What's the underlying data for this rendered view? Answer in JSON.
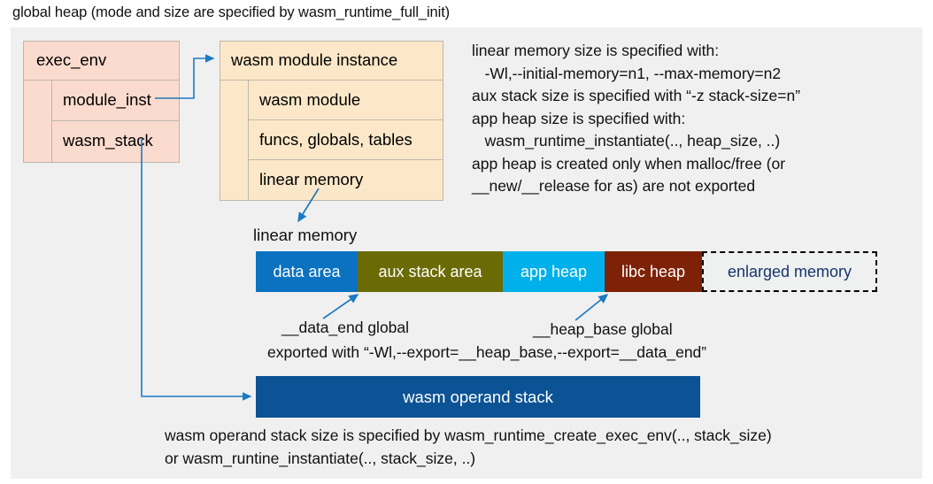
{
  "title": "global heap (mode and size are specified by wasm_runtime_full_init)",
  "colors": {
    "canvas_bg": "#f0f0f0",
    "exec_env_fill": "#fbdbcd",
    "module_inst_fill": "#fce8c8",
    "box_border": "#bdb7ab",
    "connector": "#1b7ac2",
    "data_area": "#0a72c0",
    "aux_stack_area": "#6b6b06",
    "app_heap": "#00b0ea",
    "libc_heap": "#7d2206",
    "enlarged_memory_border": "#000000",
    "enlarged_memory_text": "#16356b",
    "operand_stack": "#0b5394"
  },
  "exec_env": {
    "header": "exec_env",
    "fields": [
      "module_inst",
      "wasm_stack"
    ]
  },
  "module_instance": {
    "header": "wasm module instance",
    "fields": [
      "wasm module",
      "funcs, globals, tables",
      "linear memory"
    ]
  },
  "notes": {
    "lines": [
      "linear memory size is specified with:",
      "   -Wl,--initial-memory=n1, --max-memory=n2",
      "aux stack size is specified with “-z stack-size=n”",
      "app heap size is specified with:",
      "   wasm_runtime_instantiate(.., heap_size, ..)",
      "app heap is created only when malloc/free (or",
      "__new/__release for as) are not exported"
    ],
    "text": "linear memory size is specified with:\n   -Wl,--initial-memory=n1, --max-memory=n2\naux stack size is specified with “-z stack-size=n”\napp heap size is specified with:\n   wasm_runtime_instantiate(.., heap_size, ..)\napp heap is created only when malloc/free (or\n__new/__release for as) are not exported"
  },
  "linear_memory": {
    "label": "linear memory",
    "segments": [
      {
        "label": "data area",
        "width": 115,
        "color": "#0a72c0",
        "dashed": false
      },
      {
        "label": "aux stack area",
        "width": 164,
        "color": "#6b6b06",
        "dashed": false
      },
      {
        "label": "app heap",
        "width": 115,
        "color": "#00b0ea",
        "dashed": false
      },
      {
        "label": "libc heap",
        "width": 110,
        "color": "#7d2206",
        "dashed": false
      },
      {
        "label": "enlarged memory",
        "width": 198,
        "color": "#eff0f0",
        "dashed": true
      }
    ]
  },
  "annotations": {
    "data_end": "__data_end global",
    "heap_base": "__heap_base global",
    "export": "exported with “-Wl,--export=__heap_base,--export=__data_end”"
  },
  "operand_stack": {
    "label": "wasm operand stack",
    "footnote": "wasm operand stack size is specified by wasm_runtime_create_exec_env(.., stack_size)\nor wasm_runtine_instantiate(.., stack_size, ..)"
  }
}
